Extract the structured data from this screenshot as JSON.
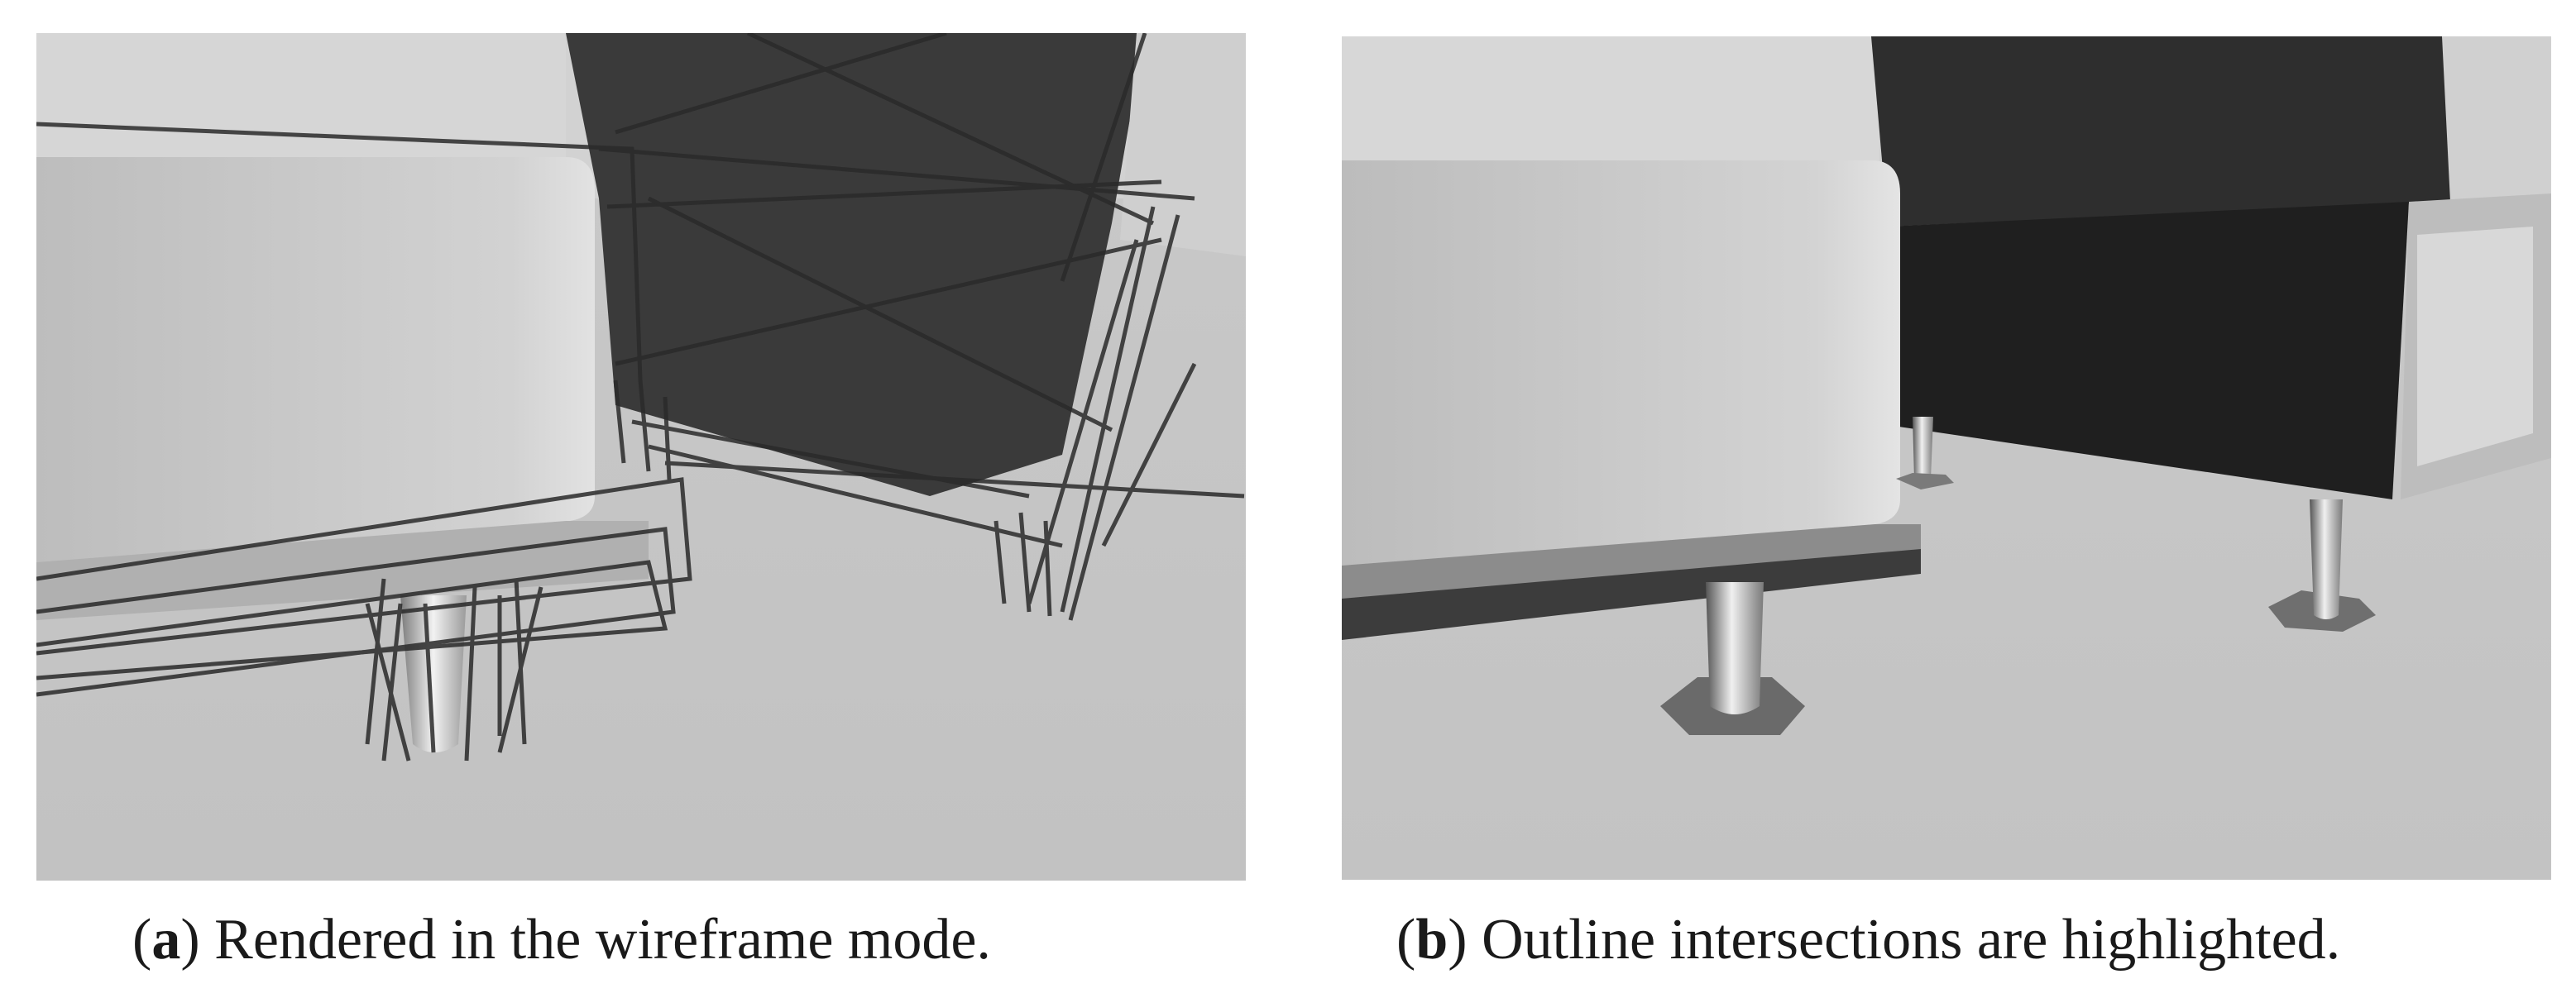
{
  "figure": {
    "panels": [
      {
        "letter": "a",
        "caption": "Rendered in the wireframe mode."
      },
      {
        "letter": "b",
        "caption": "Outline intersections are highlighted."
      }
    ]
  }
}
